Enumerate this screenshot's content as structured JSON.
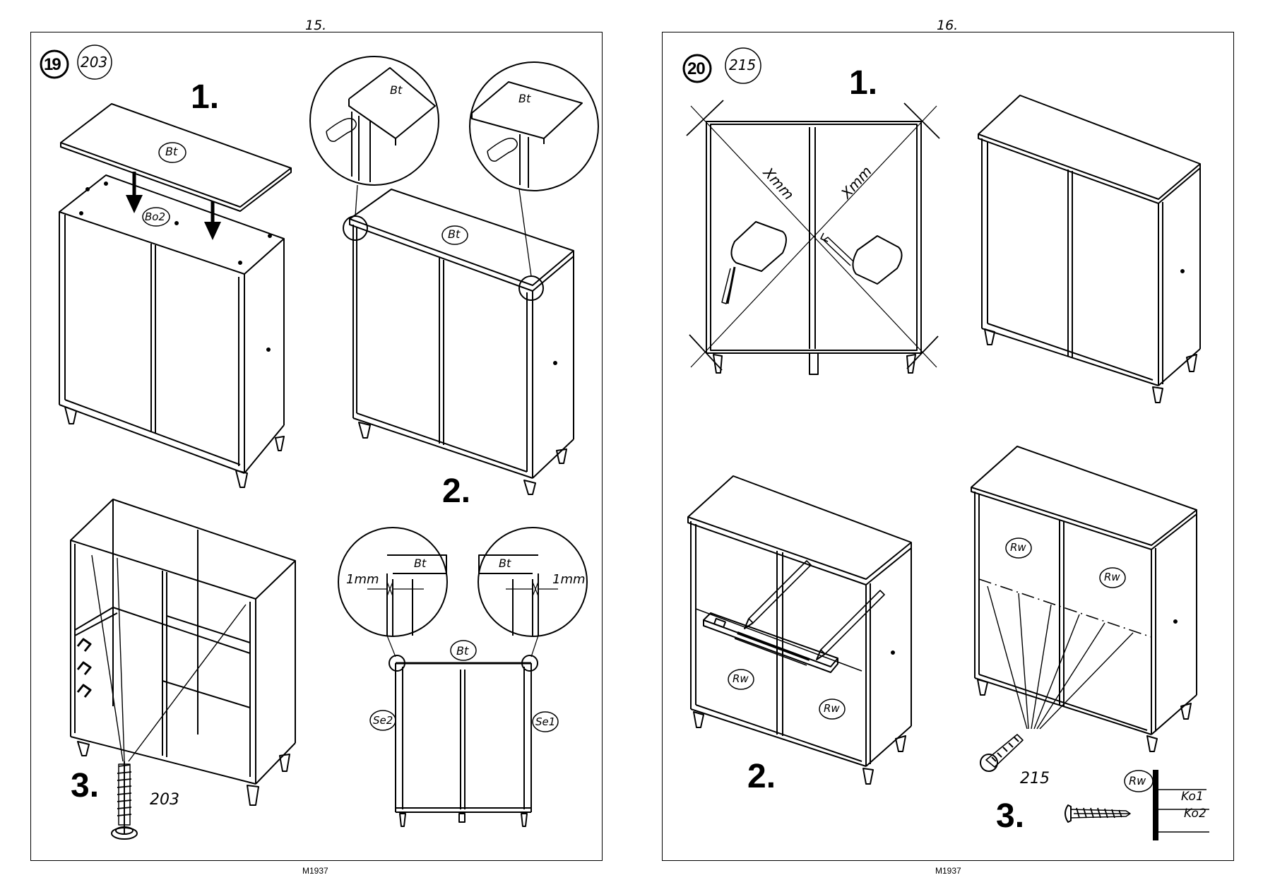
{
  "left_page": {
    "page_number": "15.",
    "footer": "M1937",
    "step_number": "19",
    "part_count": "203",
    "substeps": {
      "s1": "1.",
      "s2": "2.",
      "s3": "3."
    },
    "labels": {
      "bt": "Bt",
      "bo2": "Bo2",
      "gap": "1mm",
      "se1": "Se1",
      "se2": "Se2",
      "screw_code": "203"
    }
  },
  "right_page": {
    "page_number": "16.",
    "footer": "M1937",
    "step_number": "20",
    "part_count": "215",
    "substeps": {
      "s1": "1.",
      "s2": "2.",
      "s3": "3."
    },
    "labels": {
      "xmm": "Xmm",
      "rw": "Rw",
      "screw_code": "215",
      "ko1": "Ko1",
      "ko2": "Ko2"
    }
  }
}
